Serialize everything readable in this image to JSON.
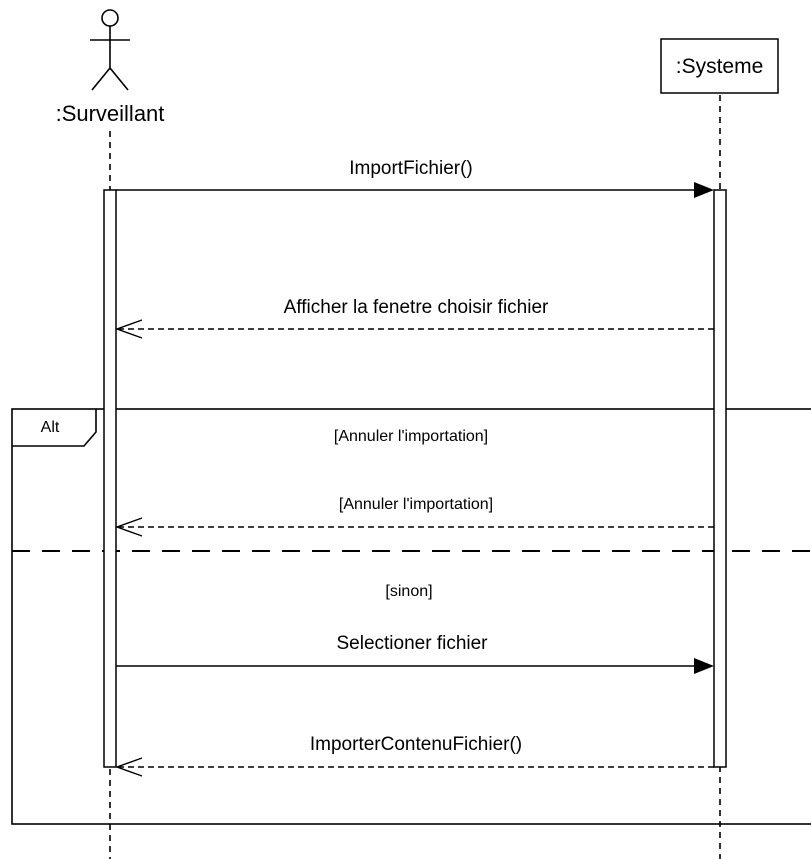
{
  "participants": {
    "actor": {
      "name": ":Surveillant",
      "icon": "stick-figure-icon"
    },
    "system": {
      "name": ":Systeme"
    }
  },
  "messages": [
    {
      "label": "ImportFichier()",
      "kind": "synchronous",
      "direction": "actor-to-system"
    },
    {
      "label": "Afficher la fenetre choisir fichier",
      "kind": "reply",
      "direction": "system-to-actor"
    },
    {
      "label": "[Annuler l'importation]",
      "kind": "reply",
      "direction": "system-to-actor"
    },
    {
      "label": "Selectioner fichier",
      "kind": "synchronous",
      "direction": "actor-to-system"
    },
    {
      "label": "ImporterContenuFichier()",
      "kind": "reply",
      "direction": "system-to-actor"
    }
  ],
  "fragment": {
    "operator": "Alt",
    "guards": [
      "[Annuler l'importation]",
      "[sinon]"
    ]
  }
}
